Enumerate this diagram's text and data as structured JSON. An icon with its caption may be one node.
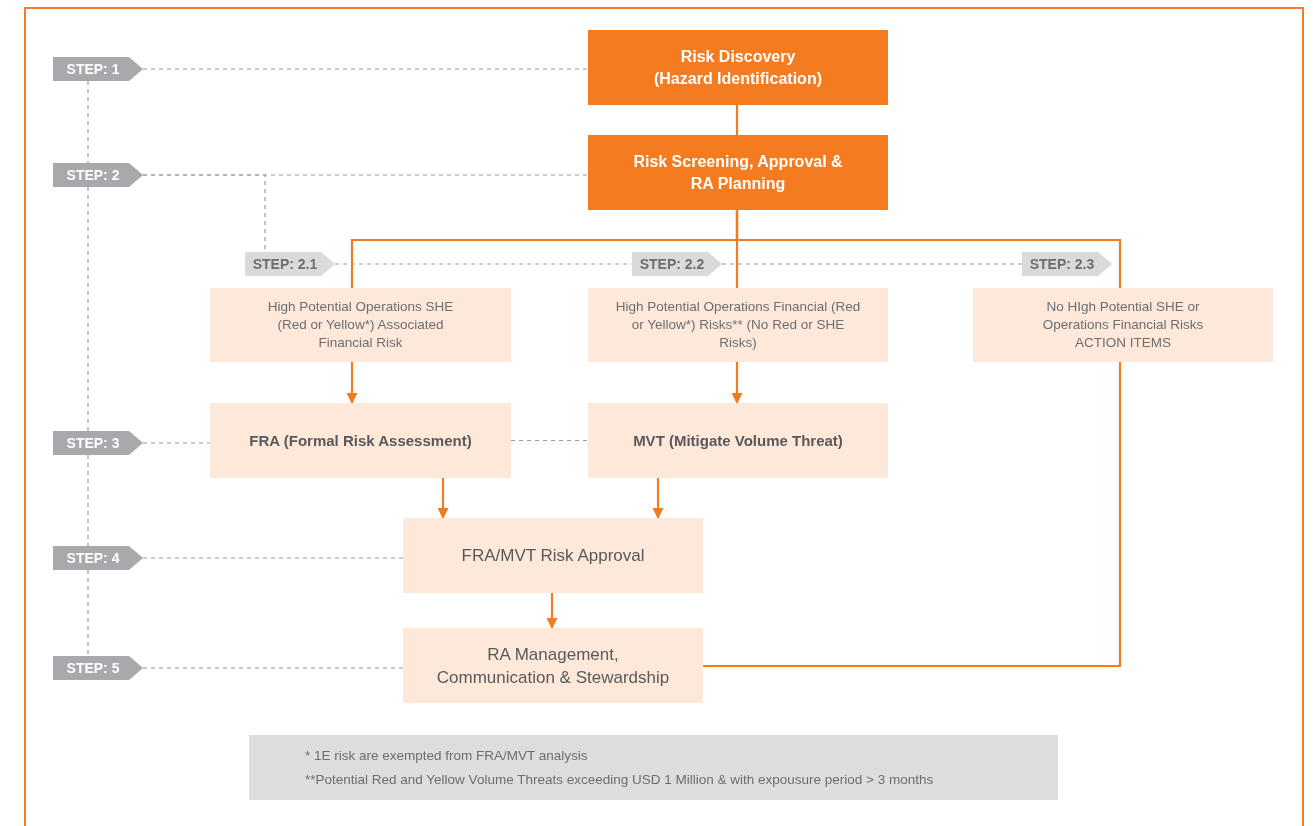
{
  "diagram": {
    "nodes": [
      {
        "text": [
          "Risk Discovery (Hazard Identification)"
        ]
      },
      {
        "text": [
          "Risk Screening, Approval & RA Planning"
        ]
      },
      {
        "text": [
          "High Potential Operations SHE (Red or Yellow*) Associated Financial Risk"
        ]
      },
      {
        "text": [
          "High Potential Operations Financial (Red or Yellow*) Risks** (No Red or SHE Risks)"
        ]
      },
      {
        "text": [
          "No HIgh Potential SHE or Operations Financial Risks ACTION ITEMS"
        ]
      },
      {
        "text": [
          "FRA (Formal Risk Assessment)"
        ]
      },
      {
        "text": [
          "MVT (Mitigate Volume Threat)"
        ]
      },
      {
        "text": [
          "FRA/MVT Risk Approval"
        ]
      },
      {
        "text": [
          "RA Management, Communication & Stewardship"
        ]
      },
      {
        "text": [
          "STEP: 1"
        ]
      },
      {
        "text": [
          "STEP: 2"
        ]
      },
      {
        "text": [
          "STEP: 2.1"
        ]
      },
      {
        "text": [
          "STEP: 2.2"
        ]
      },
      {
        "text": [
          "STEP: 2.3"
        ]
      },
      {
        "text": [
          "STEP: 3"
        ]
      },
      {
        "text": [
          "STEP: 4"
        ]
      },
      {
        "text": [
          "STEP: 5"
        ]
      },
      {
        "text": [
          "* 1E risk are exempted from FRA/MVT analysis",
          "**Potential Red and Yellow Volume Threats exceeding USD 1 Million & with expousure period > 3 months"
        ]
      }
    ],
    "edges": [
      {
        "from": 0,
        "to": 1,
        "arrow": "none",
        "color": "#f47b20"
      },
      {
        "from": 1,
        "to": 2,
        "arrow": "none",
        "color": "#f47b20"
      },
      {
        "from": 1,
        "to": 3,
        "arrow": "none",
        "color": "#f47b20"
      },
      {
        "from": 1,
        "to": 4,
        "arrow": "none",
        "color": "#f47b20"
      },
      {
        "from": 4,
        "to": 8,
        "arrow": "none",
        "color": "#f47b20"
      },
      {
        "from": 2,
        "to": 5,
        "arrow": "to",
        "color": "#f47b20"
      },
      {
        "from": 3,
        "to": 6,
        "arrow": "to",
        "color": "#f47b20"
      },
      {
        "from": 5,
        "to": 7,
        "arrow": "to",
        "color": "#f47b20"
      },
      {
        "from": 6,
        "to": 7,
        "arrow": "to",
        "color": "#f47b20"
      },
      {
        "from": 7,
        "to": 8,
        "arrow": "to",
        "color": "#f47b20"
      },
      {
        "from": 9,
        "to": 0,
        "arrow": "none",
        "style": "dashed"
      },
      {
        "from": 10,
        "to": 1,
        "arrow": "none",
        "style": "dashed"
      },
      {
        "from": 10,
        "to": 11,
        "arrow": "none",
        "style": "dashed"
      },
      {
        "from": 11,
        "to": 12,
        "arrow": "none",
        "style": "dashed"
      },
      {
        "from": 12,
        "to": 13,
        "arrow": "none",
        "style": "dashed"
      },
      {
        "from": 14,
        "to": 5,
        "arrow": "none",
        "style": "dashed"
      },
      {
        "from": 5,
        "to": 6,
        "arrow": "none",
        "style": "dashed"
      },
      {
        "from": 15,
        "to": 7,
        "arrow": "none",
        "style": "dashed"
      },
      {
        "from": 16,
        "to": 8,
        "arrow": "none",
        "style": "dashed"
      },
      {
        "from": 9,
        "to": 10,
        "arrow": "none",
        "style": "dashed"
      },
      {
        "from": 10,
        "to": 14,
        "arrow": "none",
        "style": "dashed"
      },
      {
        "from": 14,
        "to": 15,
        "arrow": "none",
        "style": "dashed"
      },
      {
        "from": 15,
        "to": 16,
        "arrow": "none",
        "style": "dashed"
      }
    ]
  }
}
